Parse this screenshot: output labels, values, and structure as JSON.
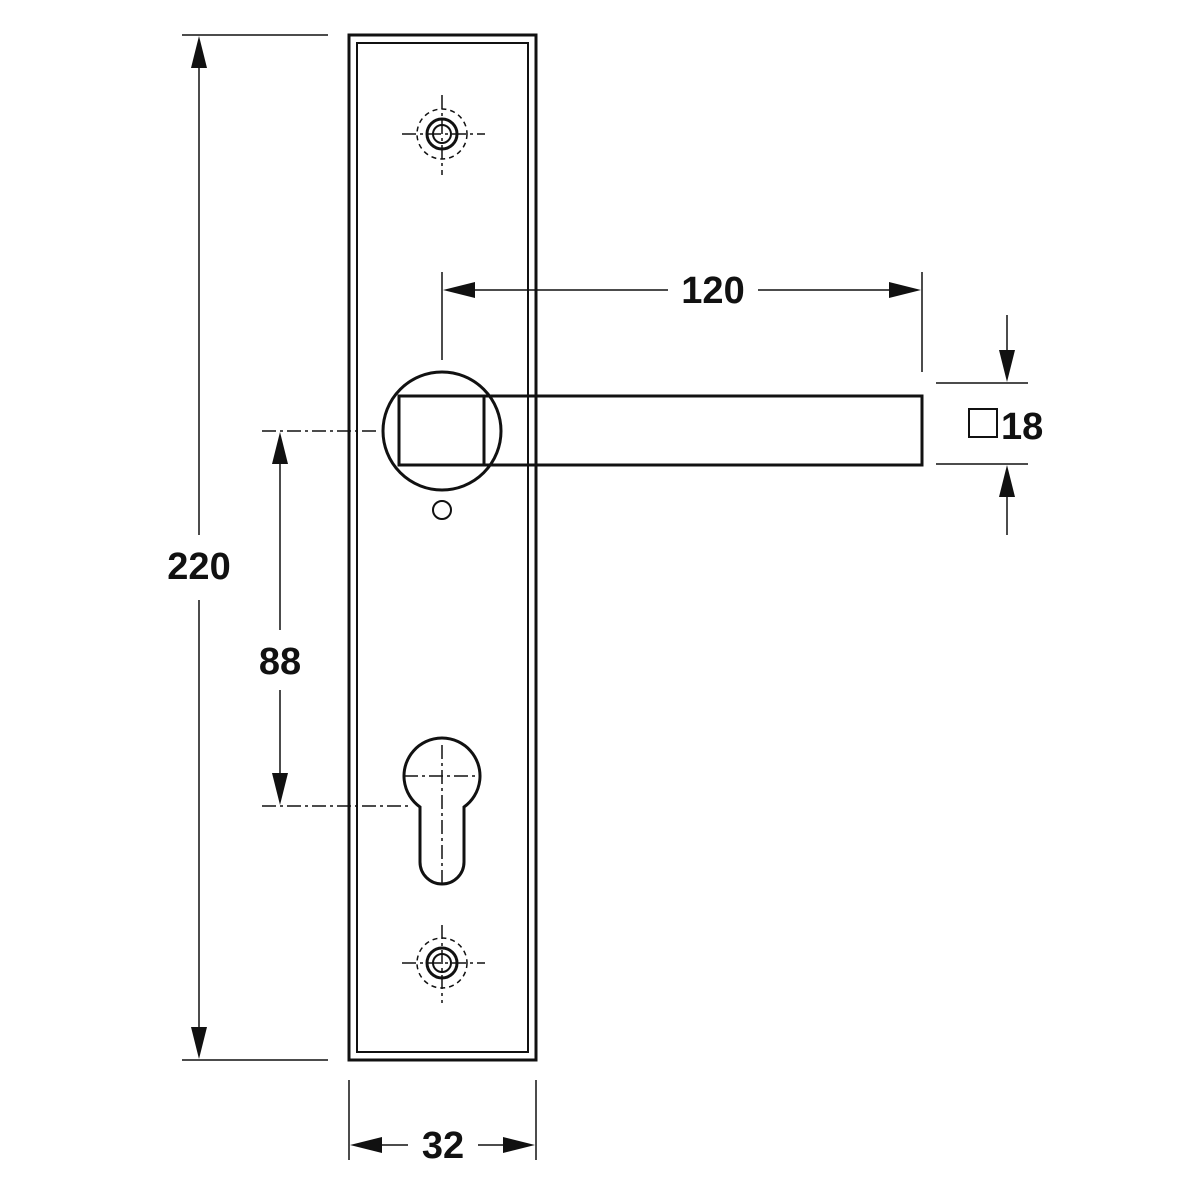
{
  "drawing": {
    "dimensions": {
      "overall_height": "220",
      "plate_width": "32",
      "lever_length": "120",
      "spindle_to_cylinder": "88",
      "lever_square_section": "18"
    },
    "line_color": "#111111",
    "background": "#ffffff"
  }
}
